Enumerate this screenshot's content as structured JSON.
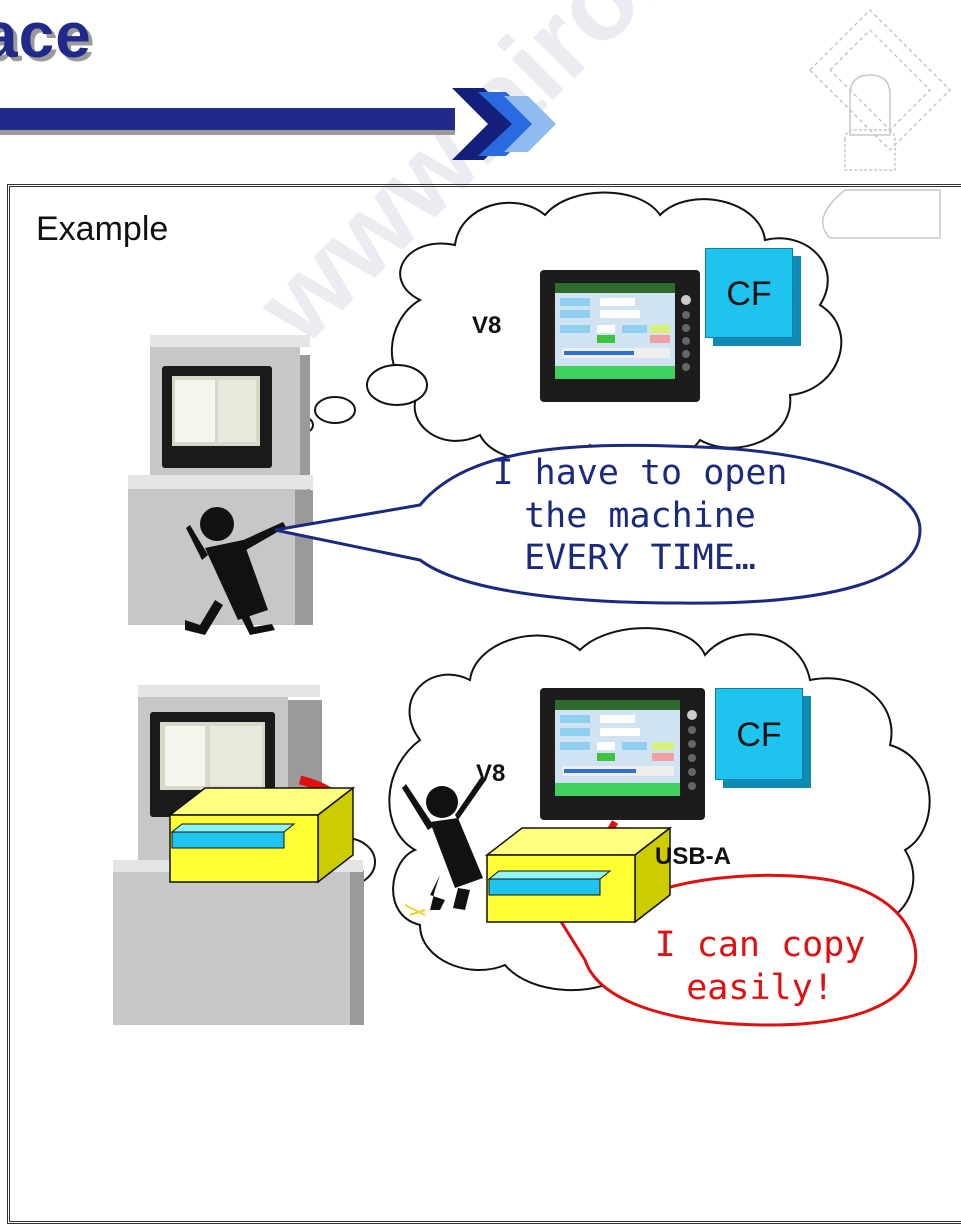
{
  "slide": {
    "title": "ace",
    "example_label": "Example",
    "watermark": "nc.www.airon.com"
  },
  "top_scene": {
    "device_label": "V8",
    "card_label": "CF",
    "speech": [
      "I have to open",
      "the machine",
      "EVERY TIME…"
    ]
  },
  "bottom_scene": {
    "device_label": "V8",
    "card_label": "CF",
    "usb_label": "USB-A",
    "speech": [
      "I can copy",
      "easily!"
    ]
  },
  "colors": {
    "title_blue": "#1f2a8a",
    "cf_cyan": "#1ec3ee",
    "usb_yellow": "#ffff33",
    "cable_red": "#e01010",
    "speech_navy": "#1a2a80",
    "speech_red": "#e01010",
    "arrow_orange": "#ff7f2a"
  }
}
